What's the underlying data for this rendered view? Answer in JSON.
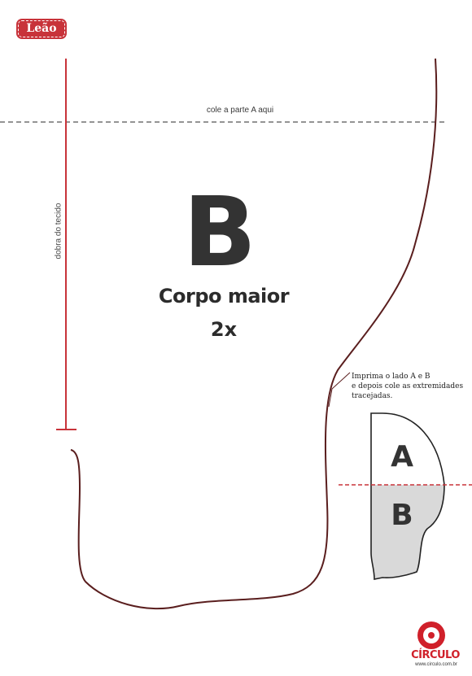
{
  "header": {
    "badge_label": "Leão"
  },
  "pattern": {
    "join_line_label": "cole a parte A aqui",
    "fold_label": "dobra do tecido",
    "piece_letter": "B",
    "piece_name": "Corpo maior",
    "piece_quantity": "2x"
  },
  "instructions": {
    "line1": "Imprima o lado A e B",
    "line2": "e depois cole as extremidades",
    "line3": "tracejadas."
  },
  "diagram": {
    "top_letter": "A",
    "bottom_letter": "B"
  },
  "brand": {
    "name": "CÍRCULO",
    "url": "www.circulo.com.br"
  },
  "colors": {
    "accent_red": "#c8333a",
    "outline_brown": "#5a1e1e",
    "letter_dark": "#333333",
    "diagram_fill": "#d9d9d9"
  }
}
